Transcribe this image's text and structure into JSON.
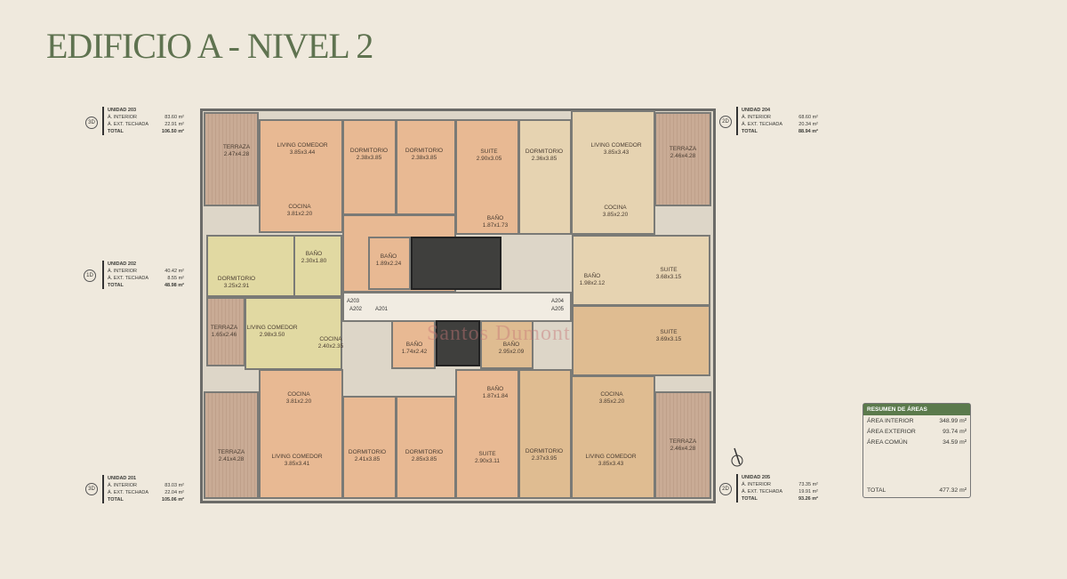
{
  "title": "EDIFICIO A - NIVEL 2",
  "watermark": "Santos Dumont",
  "units": [
    {
      "name": "UNIDAD 203",
      "badge": "3D",
      "interior_label": "Á. INTERIOR",
      "interior": "83.60",
      "ext_label": "Á. EXT. TECHADA",
      "ext": "22.91",
      "total_label": "TOTAL",
      "total": "106.50",
      "unit": "m²"
    },
    {
      "name": "UNIDAD 204",
      "badge": "2D",
      "interior_label": "Á. INTERIOR",
      "interior": "68.60",
      "ext_label": "Á. EXT. TECHADA",
      "ext": "20.34",
      "total_label": "TOTAL",
      "total": "88.94",
      "unit": "m²"
    },
    {
      "name": "UNIDAD 202",
      "badge": "1D",
      "interior_label": "Á. INTERIOR",
      "interior": "40.42",
      "ext_label": "Á. EXT. TECHADA",
      "ext": "8.55",
      "total_label": "TOTAL",
      "total": "48.98",
      "unit": "m²"
    },
    {
      "name": "UNIDAD 201",
      "badge": "3D",
      "interior_label": "Á. INTERIOR",
      "interior": "83.03",
      "ext_label": "Á. EXT. TECHADA",
      "ext": "22.04",
      "total_label": "TOTAL",
      "total": "105.06",
      "unit": "m²"
    },
    {
      "name": "UNIDAD 205",
      "badge": "2D",
      "interior_label": "Á. INTERIOR",
      "interior": "73.35",
      "ext_label": "Á. EXT. TECHADA",
      "ext": "19.91",
      "total_label": "TOTAL",
      "total": "93.26",
      "unit": "m²"
    }
  ],
  "summary": {
    "title": "RESUMEN DE ÁREAS",
    "rows": [
      {
        "label": "ÁREA INTERIOR",
        "value": "348.99",
        "unit": "m²"
      },
      {
        "label": "ÁREA EXTERIOR",
        "value": "93.74",
        "unit": "m²"
      },
      {
        "label": "ÁREA COMÚN",
        "value": "34.59",
        "unit": "m²"
      }
    ],
    "total_label": "TOTAL",
    "total": "477.32",
    "total_unit": "m²"
  },
  "rooms": [
    {
      "name": "TERRAZA",
      "dim": "2.47x4.28"
    },
    {
      "name": "LIVING COMEDOR",
      "dim": "3.85x3.44"
    },
    {
      "name": "COCINA",
      "dim": "3.81x2.20"
    },
    {
      "name": "DORMITORIO",
      "dim": "2.38x3.85"
    },
    {
      "name": "DORMITORIO",
      "dim": "2.38x3.85"
    },
    {
      "name": "SUITE",
      "dim": "2.90x3.05"
    },
    {
      "name": "BAÑO",
      "dim": "1.87x1.73"
    },
    {
      "name": "BAÑO",
      "dim": "1.89x2.24"
    },
    {
      "name": "DORMITORIO",
      "dim": "3.25x2.91"
    },
    {
      "name": "BAÑO",
      "dim": "2.30x1.80"
    },
    {
      "name": "TERRAZA",
      "dim": "1.65x2.46"
    },
    {
      "name": "LIVING COMEDOR",
      "dim": "2.98x3.50"
    },
    {
      "name": "COCINA",
      "dim": "2.40x2.35"
    },
    {
      "name": "BAÑO",
      "dim": "1.74x2.42"
    },
    {
      "name": "BAÑO",
      "dim": "2.95x2.09"
    },
    {
      "name": "COCINA",
      "dim": "3.81x2.20"
    },
    {
      "name": "LIVING COMEDOR",
      "dim": "3.85x3.41"
    },
    {
      "name": "TERRAZA",
      "dim": "2.41x4.28"
    },
    {
      "name": "DORMITORIO",
      "dim": "2.41x3.85"
    },
    {
      "name": "DORMITORIO",
      "dim": "2.85x3.85"
    },
    {
      "name": "SUITE",
      "dim": "2.90x3.11"
    },
    {
      "name": "BAÑO",
      "dim": "1.87x1.84"
    },
    {
      "name": "DORMITORIO",
      "dim": "2.36x3.85"
    },
    {
      "name": "LIVING COMEDOR",
      "dim": "3.85x3.43"
    },
    {
      "name": "COCINA",
      "dim": "3.85x2.20"
    },
    {
      "name": "TERRAZA",
      "dim": "2.46x4.28"
    },
    {
      "name": "SUITE",
      "dim": "3.68x3.15"
    },
    {
      "name": "BAÑO",
      "dim": "1.98x2.12"
    },
    {
      "name": "SUITE",
      "dim": "3.69x3.15"
    },
    {
      "name": "DORMITORIO",
      "dim": "2.37x3.95"
    },
    {
      "name": "COCINA",
      "dim": "3.85x2.20"
    },
    {
      "name": "LIVING COMEDOR",
      "dim": "3.85x3.43"
    },
    {
      "name": "TERRAZA",
      "dim": "2.46x4.28"
    }
  ],
  "access_codes": [
    "A203",
    "A202",
    "A201",
    "A204",
    "A205"
  ]
}
